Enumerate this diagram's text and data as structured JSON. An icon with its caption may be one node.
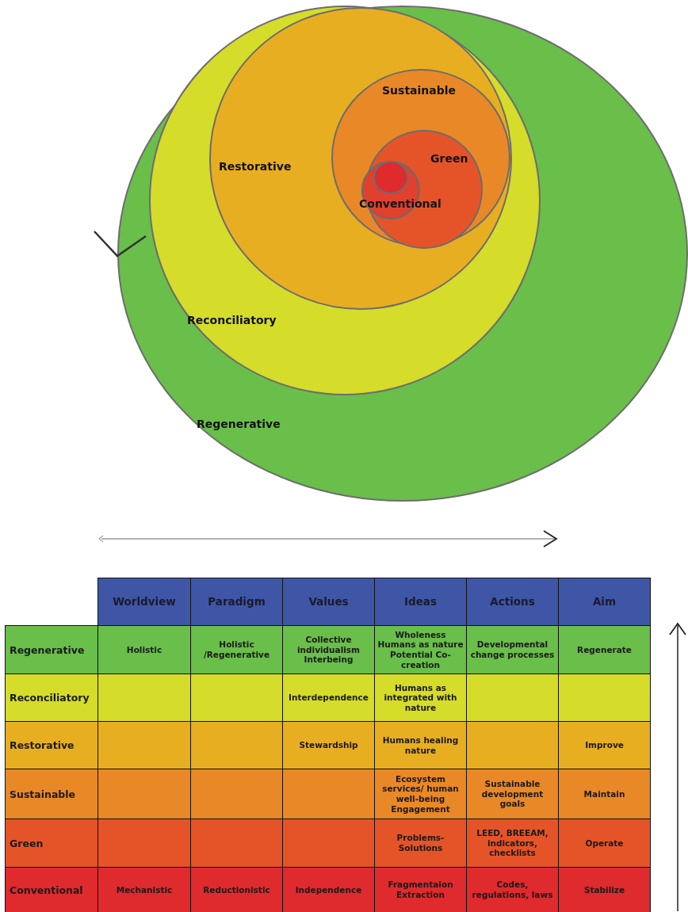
{
  "diagram": {
    "nodes": [
      {
        "text": [
          "Regenerative"
        ]
      },
      {
        "text": [
          "Reconciliatory"
        ],
        "in": 0
      },
      {
        "text": [
          "Restorative"
        ],
        "in": 1
      },
      {
        "text": [
          "Sustainable"
        ],
        "in": 2
      },
      {
        "text": [
          "Green"
        ],
        "in": 3
      },
      {
        "text": [
          "Conventional"
        ],
        "in": 4
      },
      {
        "text": [],
        "shape": "circle",
        "in": 5
      }
    ],
    "edges": [],
    "labels": [
      "Worldview",
      "Paradigm",
      "Values",
      "Ideas",
      "Actions",
      "Aim",
      "Regenerative",
      "Holistic",
      "Holistic /Regenerative",
      "Collective individualism Interbeing",
      "Wholeness Humans as nature Potential Co-creation",
      "Developmental change processes",
      "Regenerate",
      "Reconciliatory",
      "Interdependence",
      "Humans as integrated with nature",
      "Restorative",
      "Stewardship",
      "Humans healing nature",
      "Improve",
      "Sustainable",
      "Ecosystem services/ human well-being Engagement",
      "Sustainable development goals",
      "Maintain",
      "Green",
      "Problems-Solutions",
      "LEED, BREEAM, indicators, checklists",
      "Operate",
      "Conventional",
      "Mechanistic",
      "Reductionistic",
      "Independence",
      "Fragmentaion Extraction",
      "Codes, regulations, laws",
      "Stabilize"
    ]
  }
}
